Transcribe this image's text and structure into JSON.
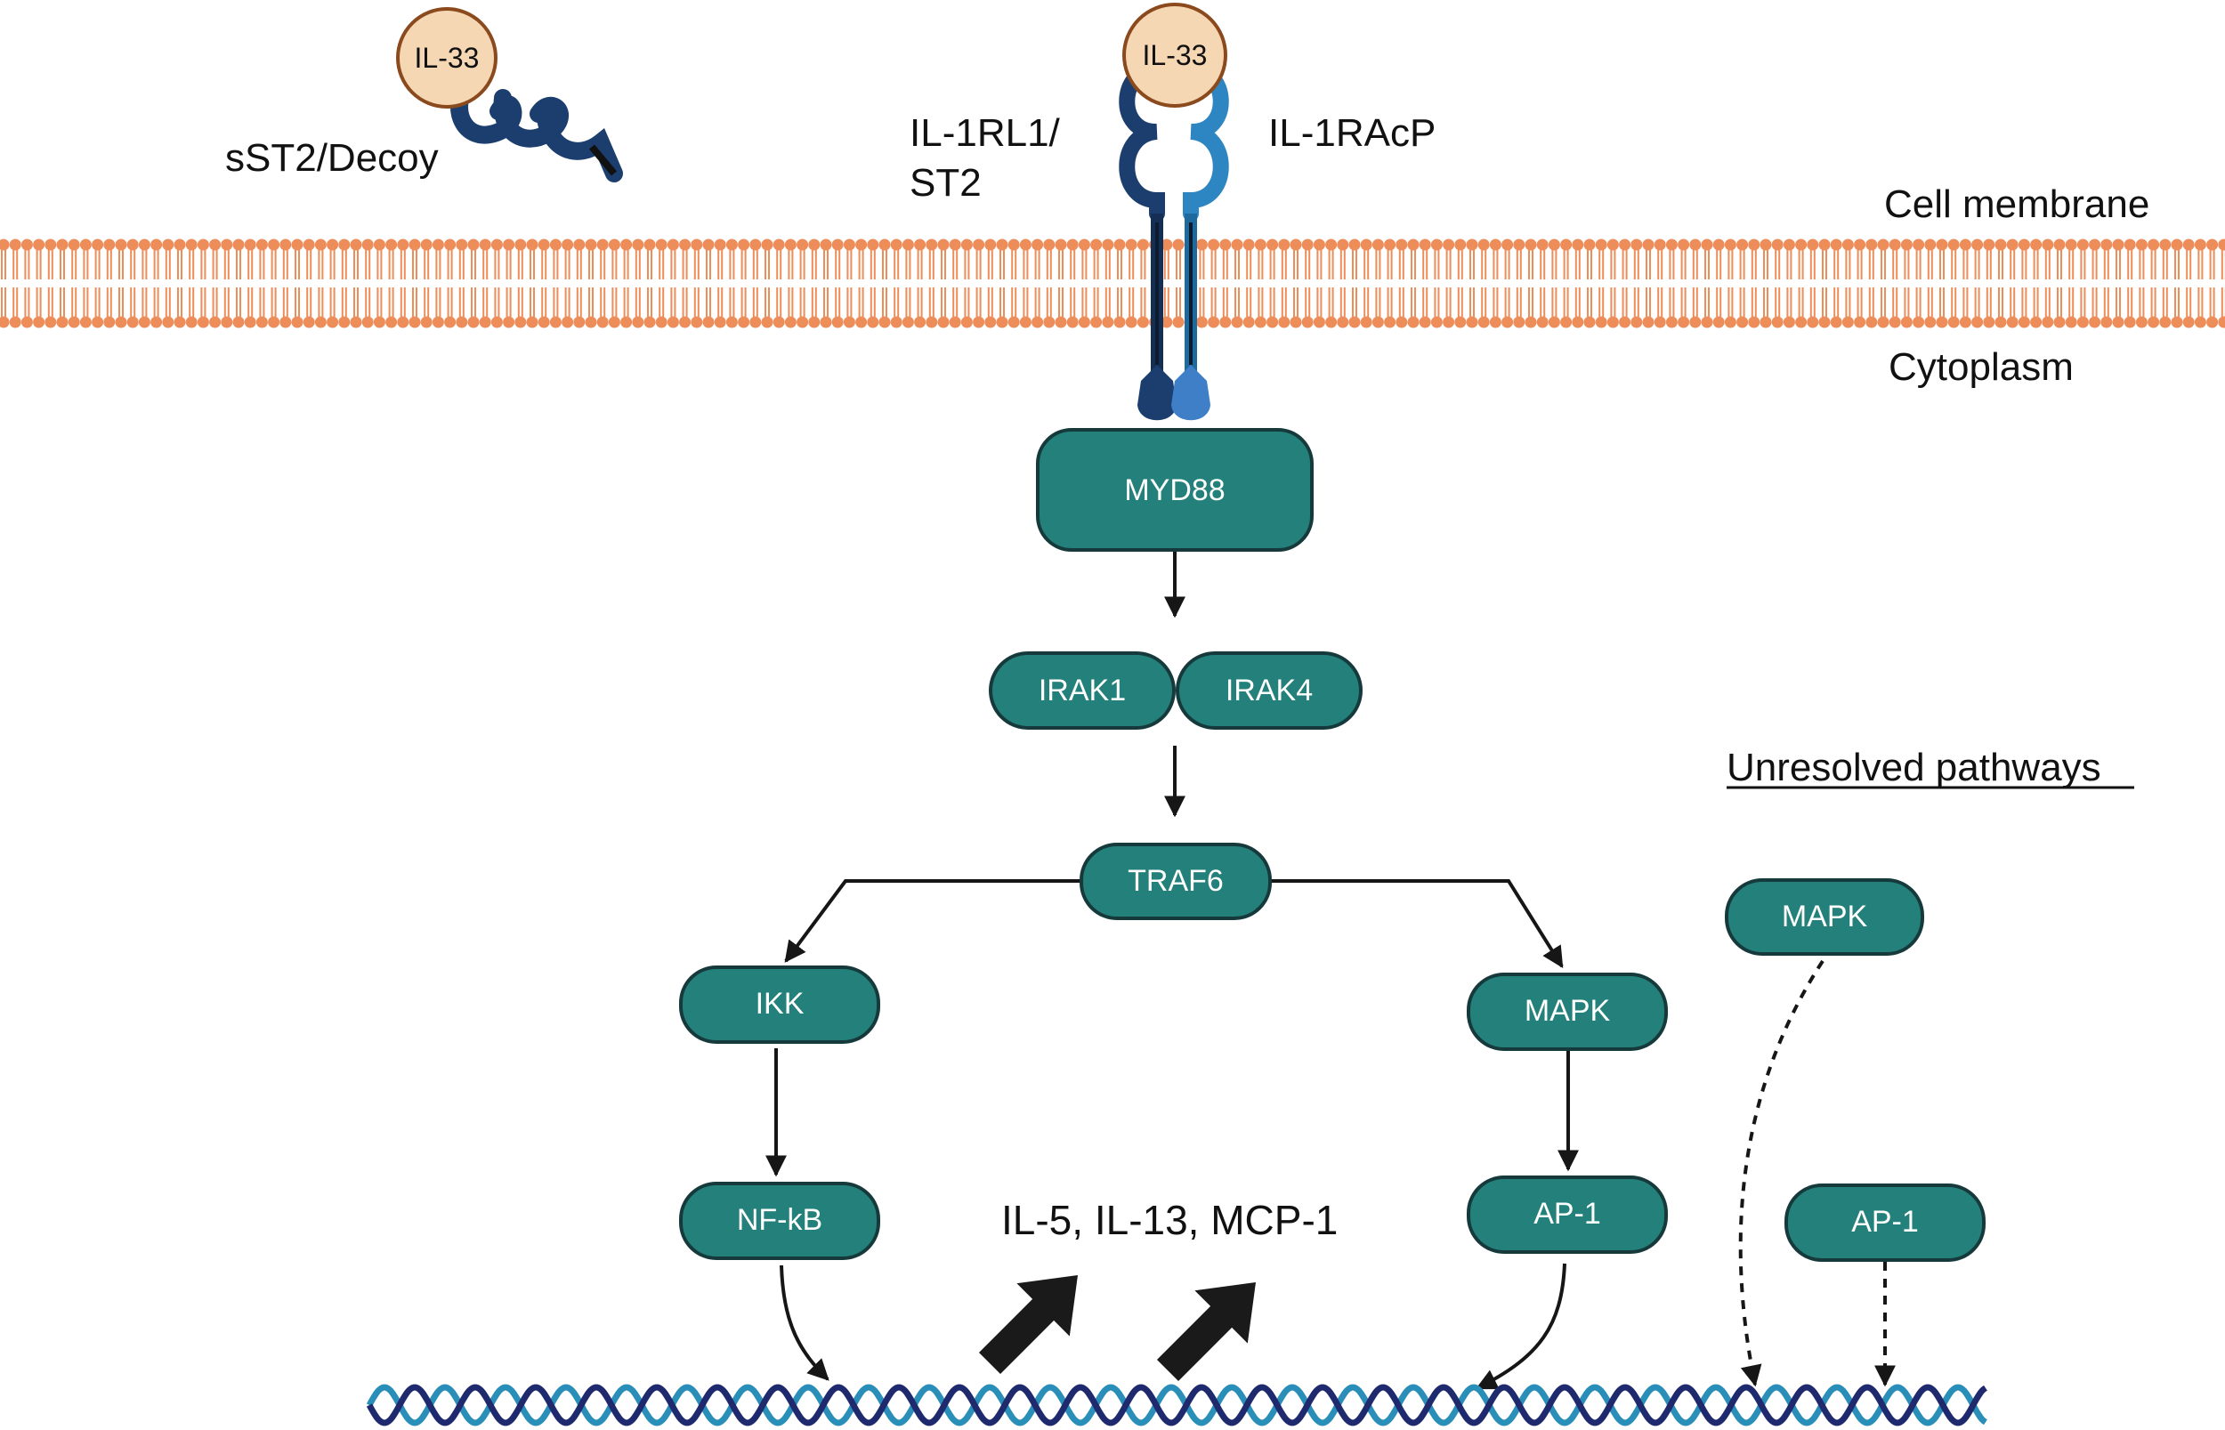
{
  "ligands": {
    "il33_decoy": "IL-33",
    "il33_receptor": "IL-33"
  },
  "receptors": {
    "decoy": "sST2/Decoy",
    "il1rl1_line1": "IL-1RL1/",
    "il1rl1_line2": "ST2",
    "il1racp": "IL-1RAcP"
  },
  "regions": {
    "membrane": "Cell membrane",
    "cytoplasm": "Cytoplasm"
  },
  "nodes": {
    "myd88": "MYD88",
    "irak1": "IRAK1",
    "irak4": "IRAK4",
    "traf6": "TRAF6",
    "ikk": "IKK",
    "mapk": "MAPK",
    "nfkb": "NF-kB",
    "ap1": "AP-1"
  },
  "unresolved": {
    "title": "Unresolved pathways",
    "mapk": "MAPK",
    "ap1": "AP-1"
  },
  "outputs": "IL-5, IL-13, MCP-1",
  "colors": {
    "node_fill": "#24807a",
    "node_border": "#163a3c",
    "membrane": "#ec8d5a",
    "ligand_fill": "#f6d7b3",
    "ligand_border": "#8b4a1e",
    "receptor_dark": "#1c3e6e",
    "receptor_light": "#2d85c2",
    "dna_dark": "#1f2a6e",
    "dna_light": "#2a8fb8"
  }
}
